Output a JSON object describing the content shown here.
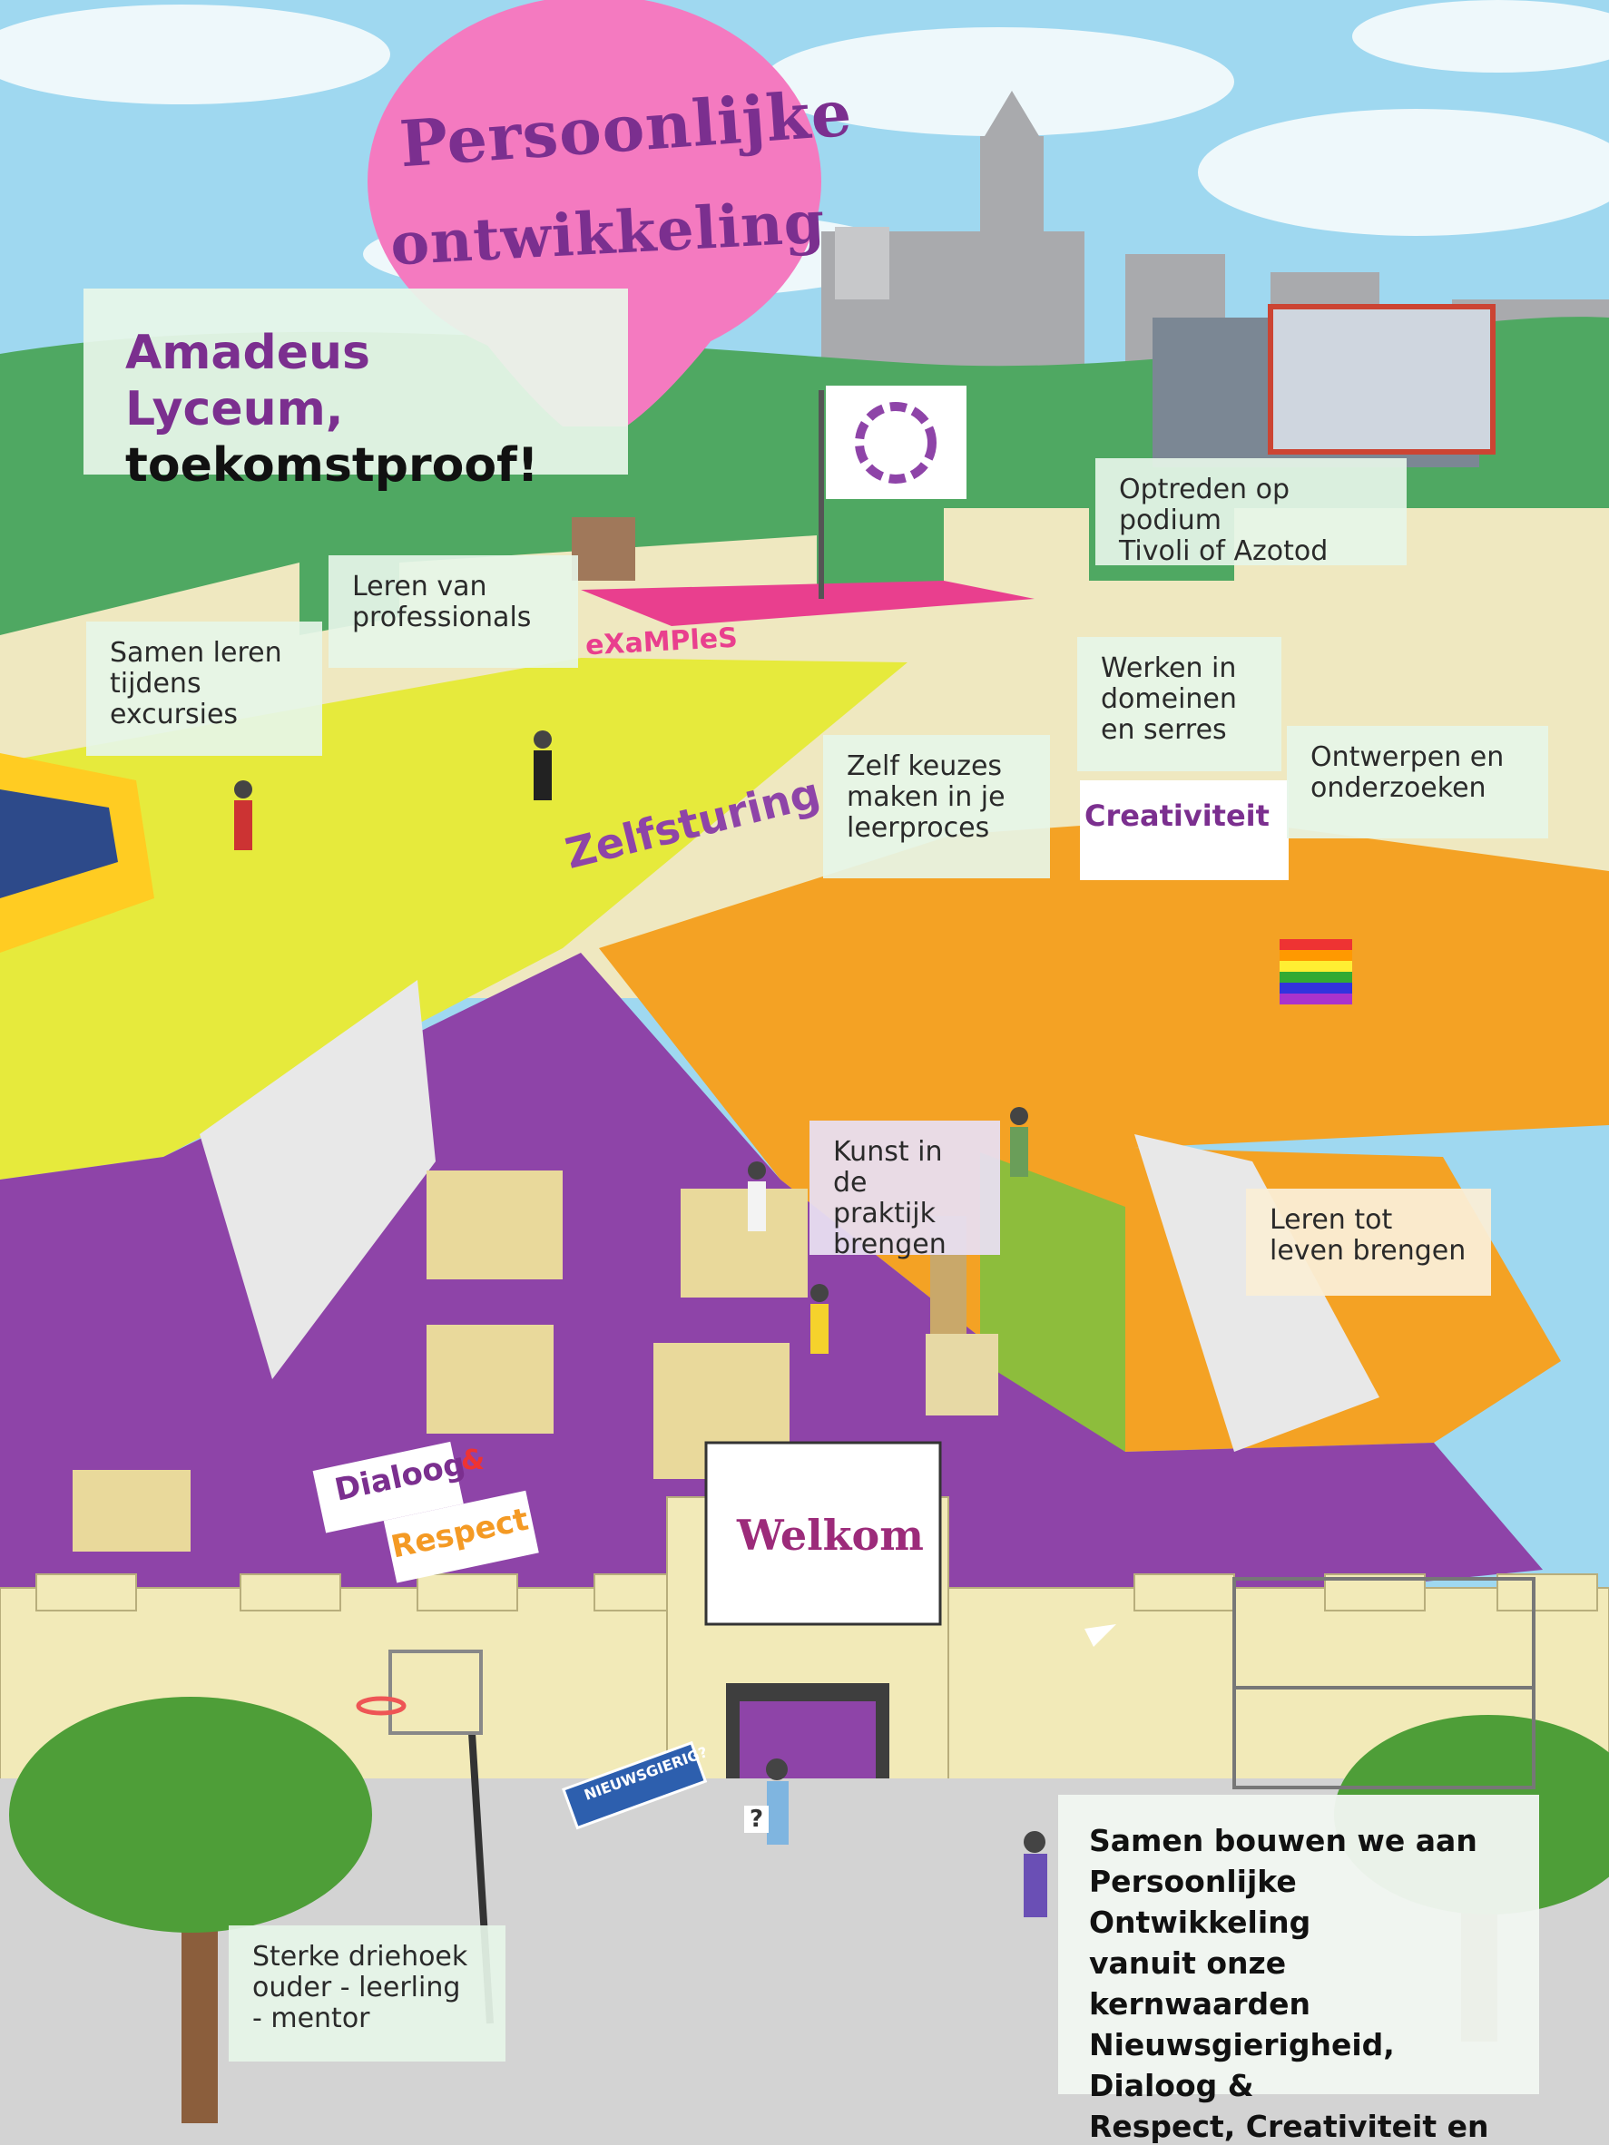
{
  "balloon": {
    "line1": "Persoonlijke",
    "line2": "ontwikkeling"
  },
  "title": {
    "line1": "Amadeus Lyceum,",
    "line2": "toekomstproof!"
  },
  "labels": {
    "podium": "Optreden op podium\nTivoli of Azotod",
    "professionals": "Leren van\nprofessionals",
    "excursies": "Samen leren\ntijdens\nexcursies",
    "domeinen": "Werken in\ndomeinen\nen serres",
    "ontwerpen": "Ontwerpen en\nonderzoeken",
    "keuzes": "Zelf keuzes\nmaken in je\nleerproces",
    "kunst": "Kunst in\nde praktijk\nbrengen",
    "leven": "Leren tot\nleven brengen",
    "driehoek": "Sterke driehoek\nouder - leerling\n- mentor"
  },
  "values_statement": "Samen bouwen we aan\nPersoonlijke Ontwikkeling\nvanuit onze kernwaarden\nNieuwsgierigheid, Dialoog &\nRespect, Creativiteit en\nZelfsturing",
  "signs": {
    "welkom": "Welkom",
    "nieuwsgierig": "NIEUWSGIERIG?",
    "dialoog": "Dialoog",
    "ampersand": "&",
    "respect": "Respect",
    "zelfsturing": "Zelfsturing",
    "creativiteit": "Creativiteit",
    "examples": "eXaMPleS",
    "question": "?"
  },
  "colors": {
    "sky": "#9fd8f0",
    "grass": "#4fa862",
    "purple_floor": "#8e44a8",
    "yellow_floor": "#e6ea3c",
    "orange_floor": "#f4a224",
    "balloon": "#f47ac0",
    "wall": "#f1ebb8"
  },
  "icons": [
    "hot-air-balloon-icon",
    "flag-circle-icon",
    "train-icon",
    "tree-icon",
    "basketball-hoop-icon",
    "rainbow-flag-icon",
    "paper-plane-icon"
  ]
}
